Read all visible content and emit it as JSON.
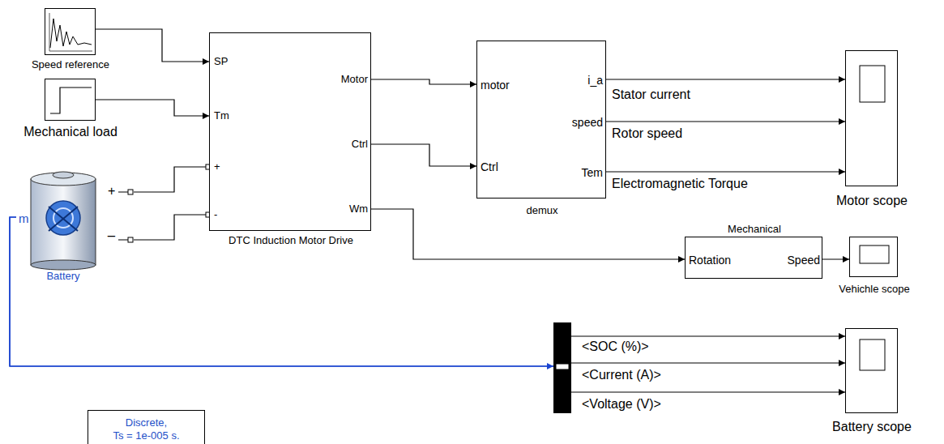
{
  "diagram": {
    "nodes": [
      {
        "text": [
          "Speed reference"
        ]
      },
      {
        "text": [
          "Mechanical load"
        ]
      },
      {
        "text": [
          "m",
          "+",
          "_",
          "Battery"
        ]
      },
      {
        "text": [
          "SP",
          "Tm",
          "+",
          "-",
          "Motor",
          "Ctrl",
          "Wm",
          "DTC Induction Motor Drive"
        ]
      },
      {
        "text": [
          "motor",
          "Ctrl",
          "i_a",
          "speed",
          "Tem",
          "demux"
        ]
      },
      {
        "text": [
          "Motor scope"
        ]
      },
      {
        "text": [
          "Mechanical",
          "Rotation",
          "Speed"
        ]
      },
      {
        "text": [
          "Vehichle scope"
        ]
      },
      {
        "text": [
          "Battery scope"
        ]
      },
      {
        "text": [
          "Discrete, Ts = 1e-005 s."
        ]
      }
    ],
    "edges": [
      {
        "from": 0,
        "to": 3,
        "arrow": "to"
      },
      {
        "from": 1,
        "to": 3,
        "arrow": "to"
      },
      {
        "from": 2,
        "to": 3,
        "arrow": "none"
      },
      {
        "from": 2,
        "to": 3,
        "arrow": "none"
      },
      {
        "from": 3,
        "to": 4,
        "arrow": "to"
      },
      {
        "from": 3,
        "to": 4,
        "arrow": "to"
      },
      {
        "from": 4,
        "to": 5,
        "label": "Stator current",
        "arrow": "to"
      },
      {
        "from": 4,
        "to": 5,
        "label": "Rotor speed",
        "arrow": "to"
      },
      {
        "from": 4,
        "to": 5,
        "label": "Electromagnetic Torque",
        "arrow": "to"
      },
      {
        "from": 3,
        "to": 6,
        "arrow": "to"
      },
      {
        "from": 6,
        "to": 7,
        "arrow": "to"
      },
      {
        "from": 2,
        "to": 8,
        "label": "<SOC (%)>",
        "arrow": "to"
      },
      {
        "from": 2,
        "to": 8,
        "label": "<Current (A)>",
        "arrow": "to"
      },
      {
        "from": 2,
        "to": 8,
        "label": "<Voltage (V)>",
        "arrow": "to"
      }
    ]
  }
}
